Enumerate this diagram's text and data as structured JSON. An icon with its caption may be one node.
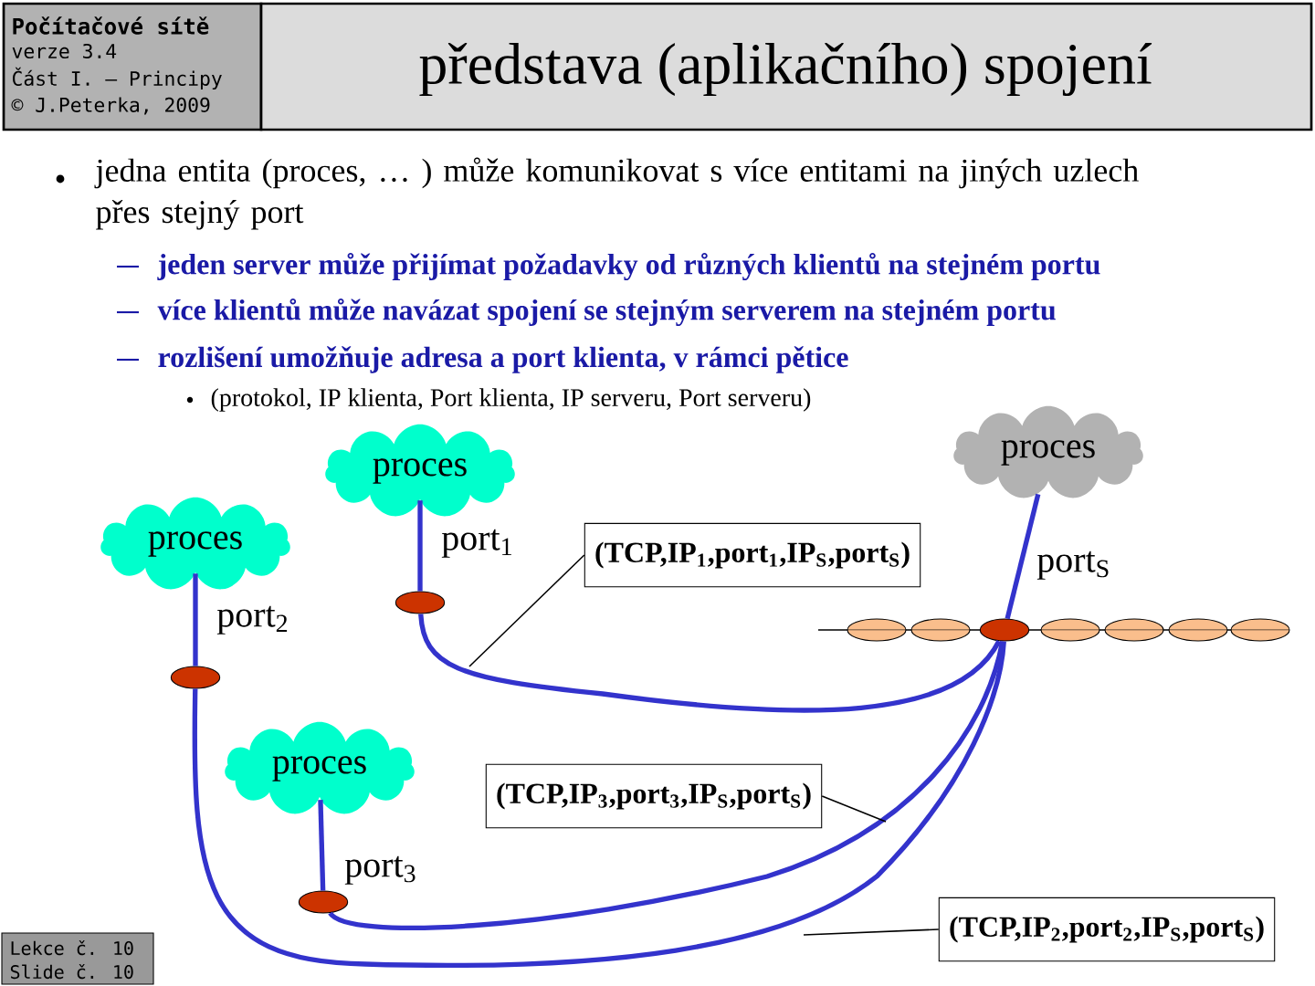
{
  "diagram": {
    "title": "představa (aplikačního) spojení",
    "nodes": [
      {
        "text": [
          "proces"
        ]
      },
      {
        "text": [
          "proces"
        ]
      },
      {
        "text": [
          "proces"
        ]
      },
      {
        "text": [
          "proces"
        ]
      },
      {
        "text": [],
        "shape": "ellipse",
        "beside": [
          "port$_{1}$"
        ]
      },
      {
        "text": [],
        "shape": "ellipse",
        "beside": [
          "port$_{2}$"
        ]
      },
      {
        "text": [],
        "shape": "ellipse",
        "beside": [
          "port$_{3}$"
        ]
      },
      {
        "text": [],
        "shape": "ellipse",
        "beside": [
          "port$_{S}$"
        ]
      },
      {
        "text": [],
        "shape": "ellipse"
      },
      {
        "text": [],
        "shape": "ellipse"
      },
      {
        "text": [],
        "shape": "ellipse"
      },
      {
        "text": [],
        "shape": "ellipse"
      },
      {
        "text": [],
        "shape": "ellipse"
      },
      {
        "text": [],
        "shape": "ellipse"
      },
      {
        "text": [
          "(TCP,IP$_{1}$,port$_{1}$,IP$_{S}$,port$_{S}$)"
        ]
      },
      {
        "text": [
          "(TCP,IP$_{3}$,port$_{3}$,IP$_{S}$,port$_{S}$)"
        ]
      },
      {
        "text": [
          "(TCP,IP$_{2}$,port$_{2}$,IP$_{S}$,port$_{S}$)"
        ]
      }
    ],
    "edges": [
      {
        "from": 1,
        "to": 4,
        "arrow": "none"
      },
      {
        "from": 2,
        "to": 5,
        "arrow": "none"
      },
      {
        "from": 3,
        "to": 6,
        "arrow": "none"
      },
      {
        "from": 0,
        "to": 7,
        "arrow": "none"
      },
      {
        "from": 4,
        "to": 7,
        "arrow": "none"
      },
      {
        "from": 5,
        "to": 7,
        "arrow": "none"
      },
      {
        "from": 6,
        "to": 7,
        "arrow": "none"
      },
      {
        "from": 14,
        "to": null,
        "arrow": "none",
        "color": "#000000"
      },
      {
        "from": 15,
        "to": null,
        "arrow": "none",
        "color": "#000000"
      },
      {
        "from": 16,
        "to": null,
        "arrow": "none",
        "color": "#000000"
      }
    ],
    "labels": [
      "Počítačové sítě",
      "verze 3.4",
      "Část I. – Principy",
      "© J.Peterka, 2009",
      "jedna entita (proces, … ) může komunikovat s více entitami na jiných uzlech přes stejný port",
      "jeden server může přijímat požadavky od různých klientů na stejném portu",
      "více klientů může navázat spojení se stejným serverem na stejném portu",
      "rozlišení umožňuje adresa a port klienta, v rámci pětice",
      "(protokol, IP klienta, Port klienta, IP serveru, Port serveru)",
      "Lekce č. 10",
      "Slide č. 10"
    ]
  }
}
